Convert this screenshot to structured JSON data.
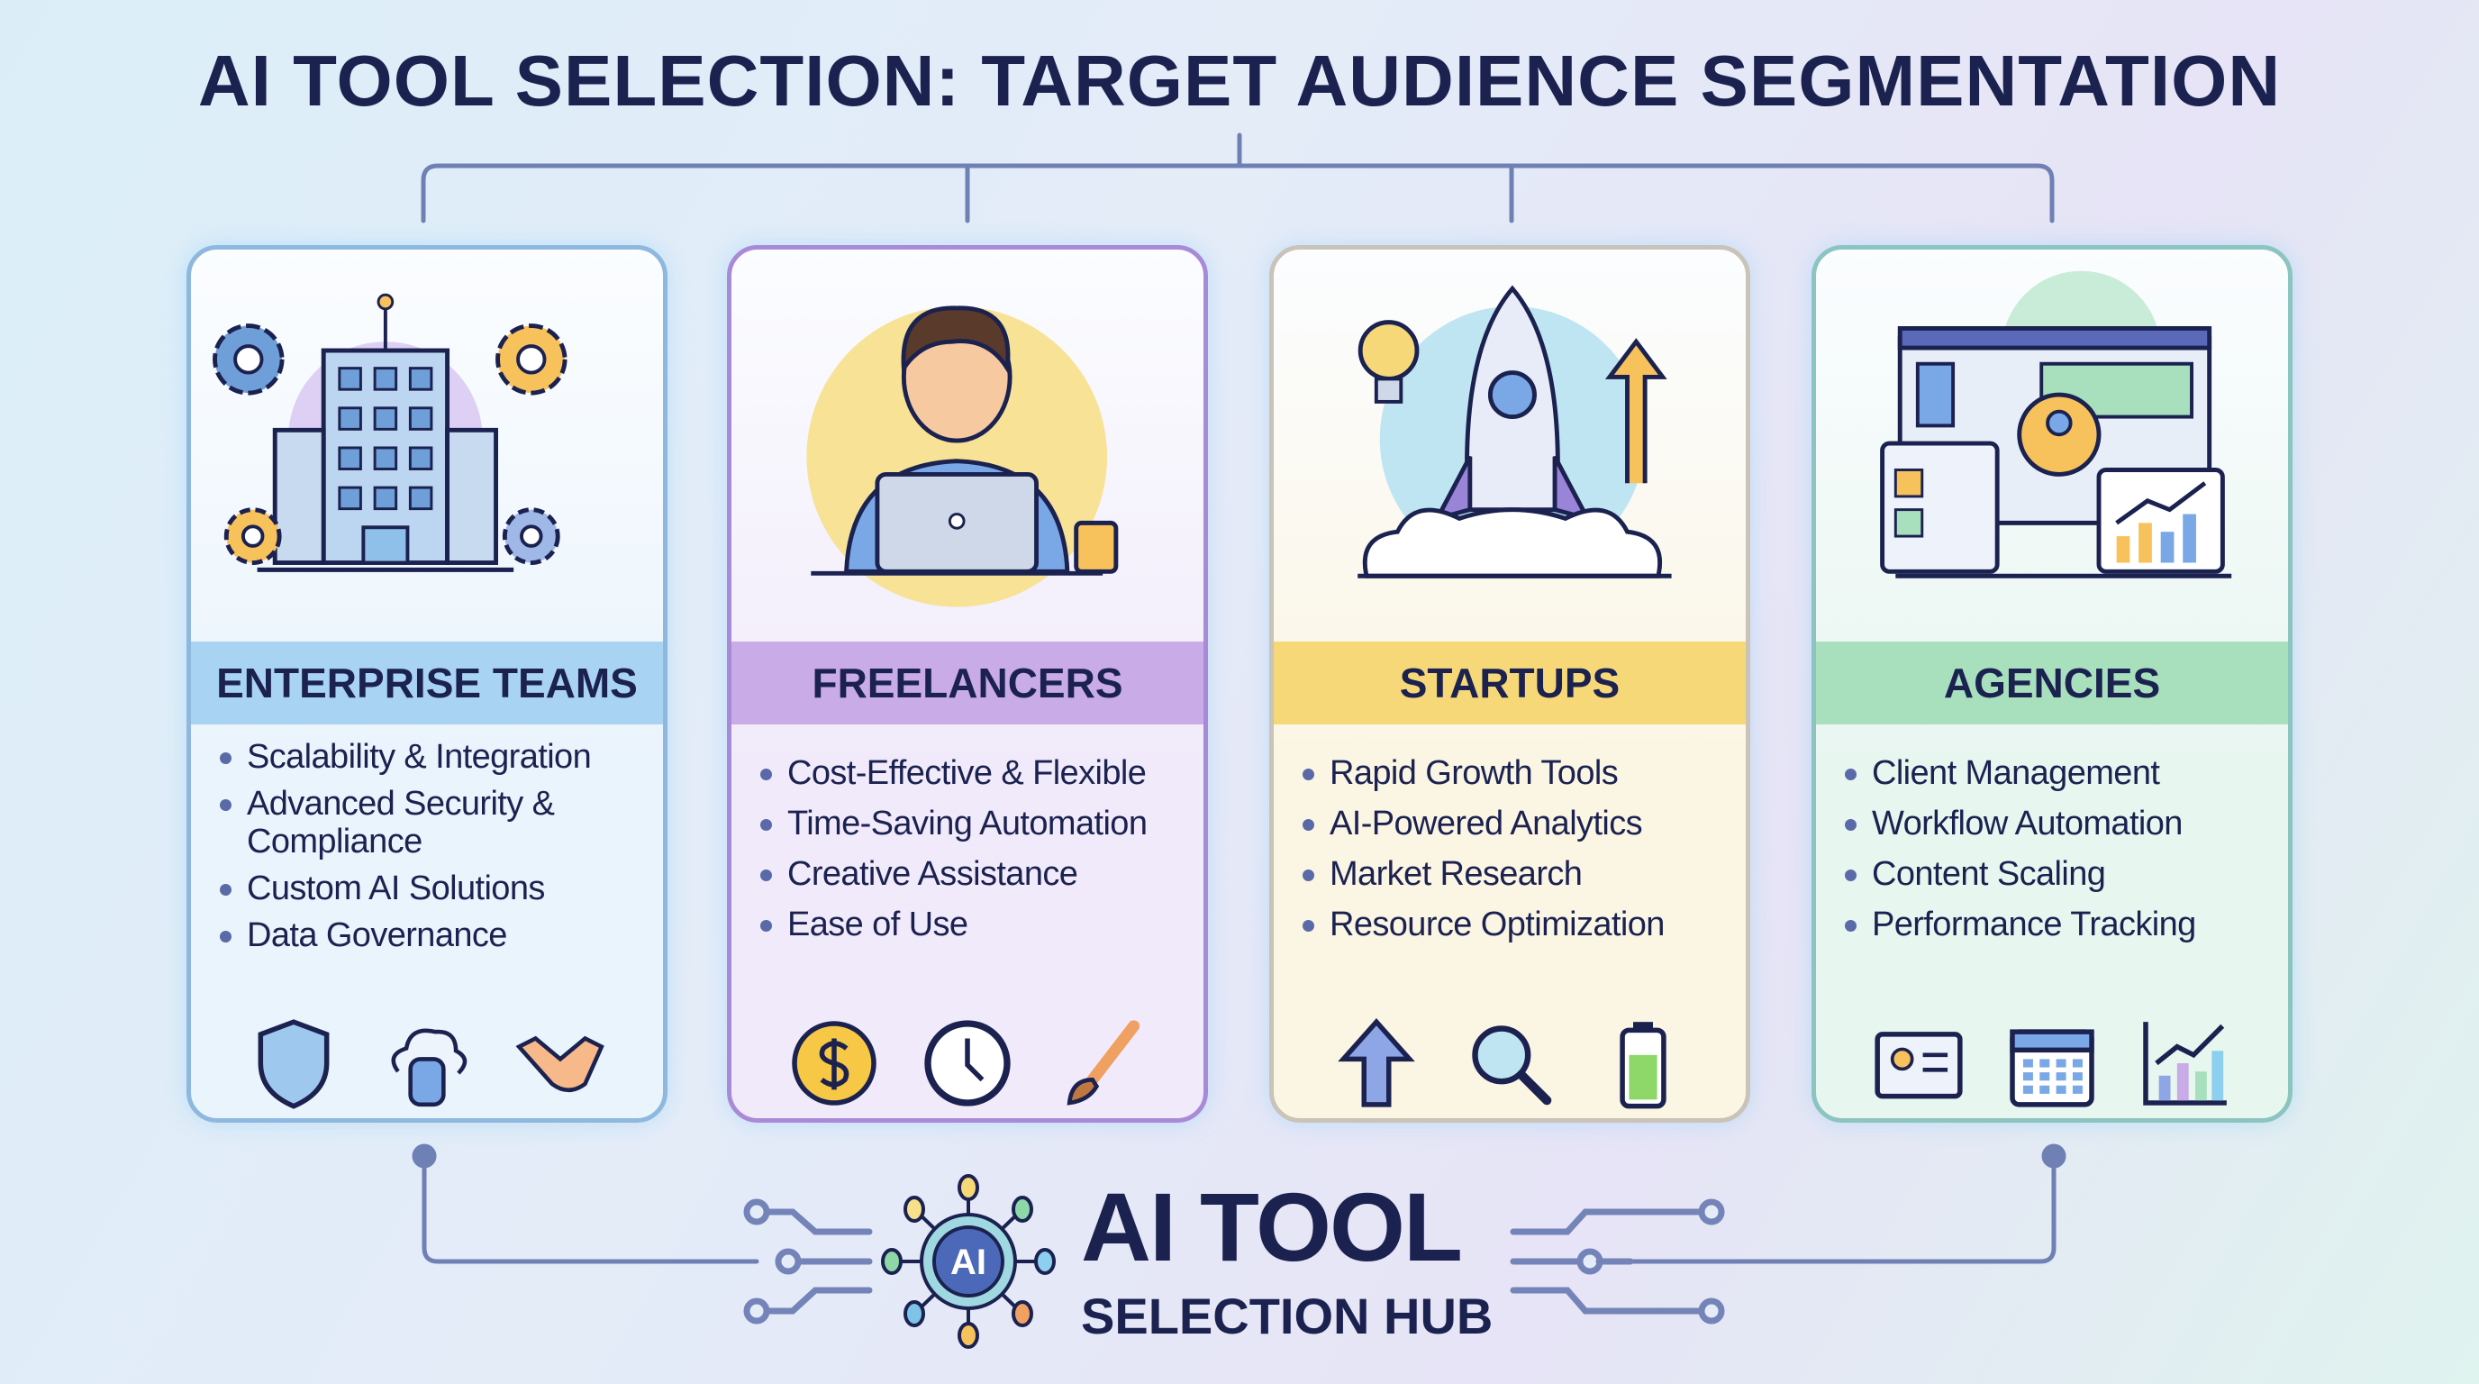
{
  "title": "AI TOOL SELECTION: TARGET AUDIENCE SEGMENTATION",
  "cards": [
    {
      "title": "ENTERPRISE TEAMS",
      "color": "#a9d3f3",
      "border": "#8fb8de",
      "bg": "#eaf4fc",
      "illustration": "office-building-with-gears",
      "bullets": [
        "Scalability & Integration",
        "Advanced Security & Compliance",
        "Custom AI Solutions",
        "Data Governance"
      ],
      "icons": [
        "shield-icon",
        "cloud-database-icon",
        "handshake-icon"
      ]
    },
    {
      "title": "FREELANCERS",
      "color": "#c9abe8",
      "border": "#a98ad6",
      "bg": "#f1eafa",
      "illustration": "person-with-laptop-and-coffee",
      "bullets": [
        "Cost-Effective & Flexible",
        "Time-Saving Automation",
        "Creative Assistance",
        "Ease of Use"
      ],
      "icons": [
        "dollar-coin-icon",
        "clock-icon",
        "paintbrush-icon"
      ]
    },
    {
      "title": "STARTUPS",
      "color": "#f7d878",
      "border": "#c9c3b8",
      "bg": "#fbf5e3",
      "illustration": "rocket-launch-with-lightbulb",
      "bullets": [
        "Rapid Growth Tools",
        "AI-Powered Analytics",
        "Market Research",
        "Resource Optimization"
      ],
      "icons": [
        "arrow-up-icon",
        "magnifier-icon",
        "battery-icon"
      ]
    },
    {
      "title": "AGENCIES",
      "color": "#a8e0bd",
      "border": "#8cc4c0",
      "bg": "#e8f6f0",
      "illustration": "dashboards-with-client-profile",
      "bullets": [
        "Client Management",
        "Workflow Automation",
        "Content Scaling",
        "Performance Tracking"
      ],
      "icons": [
        "id-card-icon",
        "calendar-icon",
        "bar-chart-icon"
      ]
    }
  ],
  "hub": {
    "logo_text": "AI",
    "line1": "AI TOOL",
    "line2": "SELECTION HUB"
  }
}
